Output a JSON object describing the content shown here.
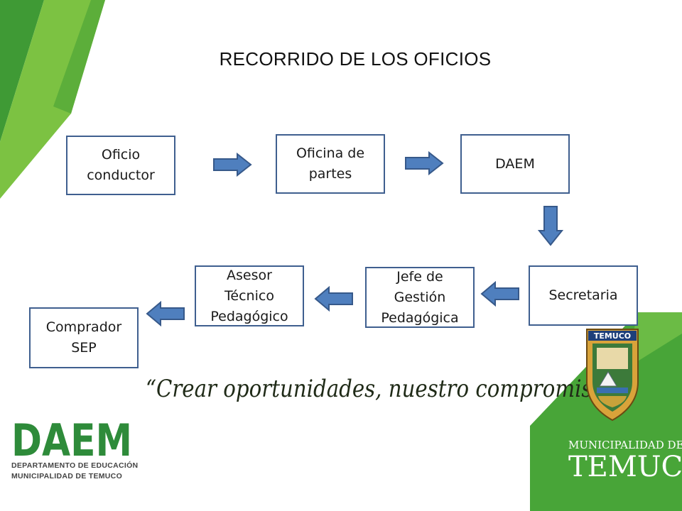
{
  "title": "RECORRIDO DE LOS OFICIOS",
  "nodes": {
    "oficio_conductor": "Oficio\nconductor",
    "oficina_partes": "Oficina de\npartes",
    "daem": "DAEM",
    "secretaria": "Secretaria",
    "jefe_gestion": "Jefe de\nGestión\nPedagógica",
    "asesor_tecnico": "Asesor\nTécnico\nPedagógico",
    "comprador_sep": "Comprador\nSEP"
  },
  "slogan": "“Crear oportunidades, nuestro compromiso”",
  "daem_logo": {
    "wordmark": "DAEM",
    "line1": "DEPARTAMENTO DE EDUCACIÓN",
    "line2": "MUNICIPALIDAD DE TEMUCO"
  },
  "municipal_logo": {
    "crest_banner": "TEMUCO",
    "line1": "MUNICIPALIDAD DE",
    "line2": "TEMUCO"
  },
  "colors": {
    "green_dark": "#3f9a35",
    "green_light": "#7cc242",
    "box_border": "#3f5f8f",
    "arrow_fill": "#4f7fbe",
    "arrow_stroke": "#37598a"
  },
  "icons": [
    "right-arrow-icon",
    "down-arrow-icon",
    "left-arrow-icon",
    "temuco-crest-icon"
  ]
}
